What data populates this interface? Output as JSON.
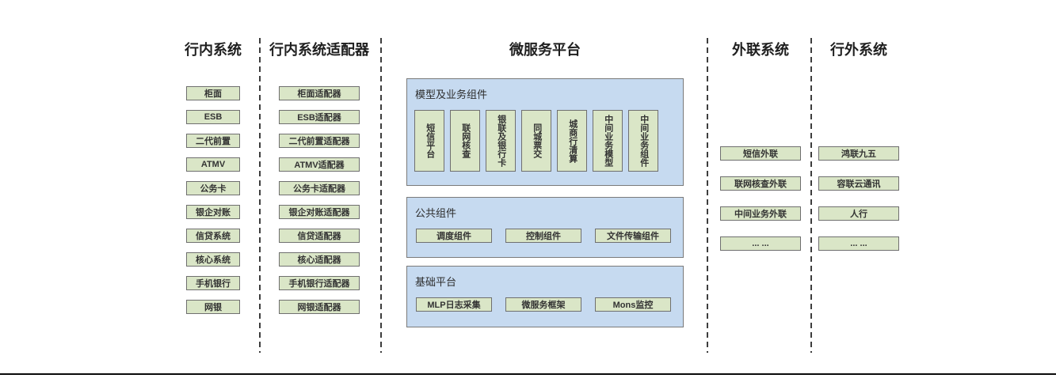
{
  "colors": {
    "box_green": "#dae6c7",
    "panel_blue": "#c6daf0",
    "box_border": "#6f6f6f",
    "panel_border": "#7a7a7a",
    "divider": "#3d3d3d",
    "text": "#333333",
    "rule": "#0a0a0a"
  },
  "columns": {
    "internal": {
      "title": "行内系统",
      "boxes": [
        "柜面",
        "ESB",
        "二代前置",
        "ATMV",
        "公务卡",
        "银企对账",
        "信贷系统",
        "核心系统",
        "手机银行",
        "网银"
      ]
    },
    "adapters": {
      "title": "行内系统适配器",
      "boxes": [
        "柜面适配器",
        "ESB适配器",
        "二代前置适配器",
        "ATMV适配器",
        "公务卡适配器",
        "银企对账适配器",
        "信贷适配器",
        "核心适配器",
        "手机银行适配器",
        "网银适配器"
      ]
    },
    "platform": {
      "title": "微服务平台",
      "sections": [
        {
          "label": "模型及业务组件",
          "boxes": [
            "短信平台",
            "联网核查",
            "银联及银行卡",
            "同城票交",
            "城商行清算",
            "中间业务模型",
            "中间业务组件"
          ]
        },
        {
          "label": "公共组件",
          "boxes": [
            "调度组件",
            "控制组件",
            "文件传输组件"
          ]
        },
        {
          "label": "基础平台",
          "boxes": [
            "MLP日志采集",
            "微服务框架",
            "Mons监控"
          ]
        }
      ]
    },
    "external_link": {
      "title": "外联系统",
      "boxes": [
        "短信外联",
        "联网核查外联",
        "中间业务外联",
        "... ..."
      ]
    },
    "outside": {
      "title": "行外系统",
      "boxes": [
        "鸿联九五",
        "容联云通讯",
        "人行",
        "... ..."
      ]
    }
  }
}
